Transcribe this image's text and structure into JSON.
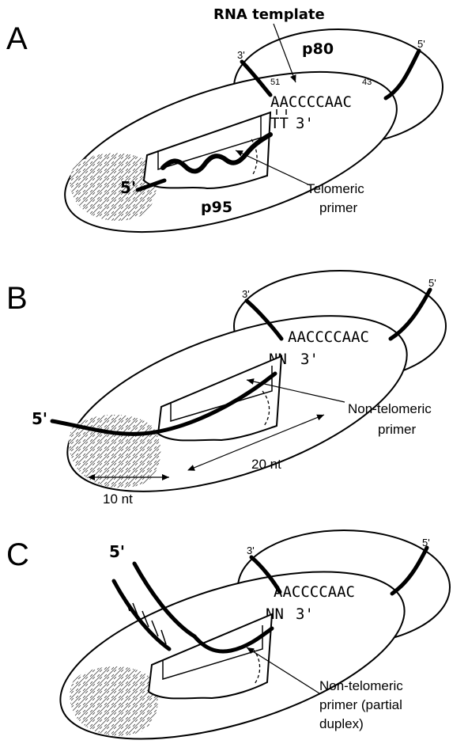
{
  "panels": [
    {
      "letter": "A",
      "rna_template_label": "RNA template",
      "p80_label": "p80",
      "p95_label": "p95",
      "rna_3prime": "3'",
      "rna_5prime": "5'",
      "sequence": "AACCCCAAC",
      "pos_51": "51",
      "pos_43": "43",
      "primer_end": "TT",
      "primer_3prime": "3'",
      "primer_5prime": "5'",
      "primer_label_line1": "Telomeric",
      "primer_label_line2": "primer"
    },
    {
      "letter": "B",
      "rna_3prime": "3'",
      "rna_5prime": "5'",
      "sequence": "AACCCCAAC",
      "primer_end": "NN",
      "primer_3prime": "3'",
      "primer_5prime": "5'",
      "primer_label_line1": "Non-telomeric",
      "primer_label_line2": "primer",
      "dist_20": "20 nt",
      "dist_10": "10 nt"
    },
    {
      "letter": "C",
      "rna_3prime": "3'",
      "rna_5prime": "5'",
      "sequence": "AACCCCAAC",
      "primer_end": "NN",
      "primer_3prime": "3'",
      "primer_5prime": "5'",
      "primer_label_line1": "Non-telomeric",
      "primer_label_line2": "primer (partial",
      "primer_label_line3": "duplex)"
    }
  ]
}
